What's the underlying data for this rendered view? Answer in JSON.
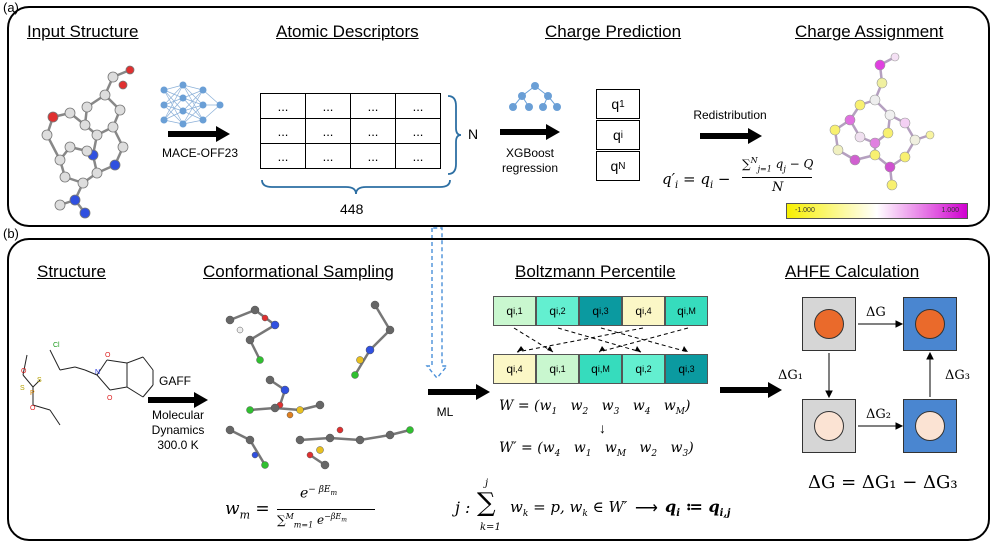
{
  "panel_a": {
    "label": "(a)",
    "input_structure": "Input Structure",
    "atomic_descriptors": "Atomic Descriptors",
    "charge_prediction": "Charge Prediction",
    "charge_assignment": "Charge Assignment",
    "mace_label": "MACE-OFF23",
    "dots": "...",
    "n_label": "N",
    "width_label": "448",
    "xgboost_line1": "XGBoost",
    "xgboost_line2": "regression",
    "q1": "q",
    "q1_sub": "1",
    "qi": "q",
    "qi_sub": "i",
    "qn": "q",
    "qn_sub": "N",
    "redistribution": "Redistribution",
    "colorbar_min": "-1.000",
    "colorbar_max": "1.000"
  },
  "panel_b": {
    "label": "(b)",
    "structure": "Structure",
    "conformational_sampling": "Conformational Sampling",
    "boltzmann_percentile": "Boltzmann Percentile",
    "ahfe_calculation": "AHFE Calculation",
    "gaff": "GAFF",
    "md_line1": "Molecular",
    "md_line2": "Dynamics",
    "md_line3": "300.0 K",
    "ml": "ML",
    "row1": [
      {
        "q": "q",
        "sub": "i,1",
        "color": "#c9f7cf"
      },
      {
        "q": "q",
        "sub": "i,2",
        "color": "#63efd0"
      },
      {
        "q": "q",
        "sub": "i,3",
        "color": "#0b9aa0"
      },
      {
        "q": "q",
        "sub": "i,4",
        "color": "#fbf7c6"
      },
      {
        "q": "q",
        "sub": "i,M",
        "color": "#36dcbd"
      }
    ],
    "row2": [
      {
        "q": "q",
        "sub": "i,4",
        "color": "#fbf7c6"
      },
      {
        "q": "q",
        "sub": "i,1",
        "color": "#c9f7cf"
      },
      {
        "q": "q",
        "sub": "i,M",
        "color": "#36dcbd"
      },
      {
        "q": "q",
        "sub": "i,2",
        "color": "#63efd0"
      },
      {
        "q": "q",
        "sub": "i,3",
        "color": "#0b9aa0"
      }
    ],
    "delta_g": "ΔG",
    "delta_g1": "ΔG₁",
    "delta_g2": "ΔG₂",
    "delta_g3": "ΔG₃",
    "ahfe_equation": "ΔG = ΔG₁ − ΔG₃",
    "colors": {
      "orange": "#ea6a2b",
      "peach": "#fbe3d3",
      "blue_box": "#4a86d0",
      "gray_box": "#d6d6d6"
    }
  }
}
